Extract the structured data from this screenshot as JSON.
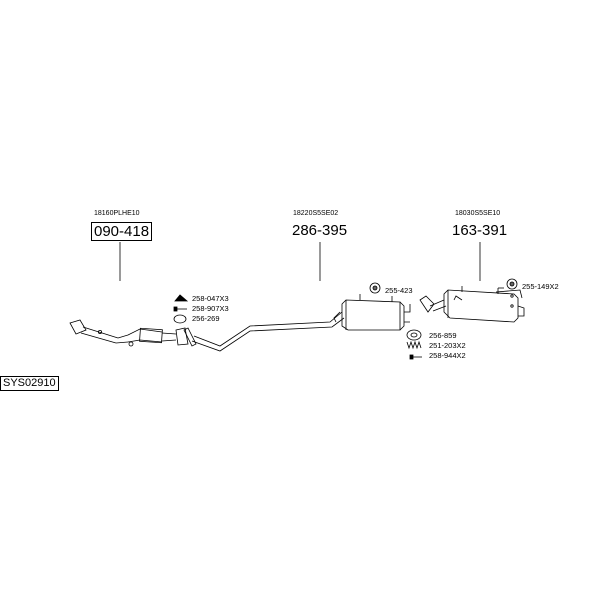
{
  "diagram_code": "SYS02910",
  "main_parts": [
    {
      "ref": "18160PLHE10",
      "number": "090-418",
      "boxed": true
    },
    {
      "ref": "18220S5SE02",
      "number": "286-395",
      "boxed": false
    },
    {
      "ref": "18030S5SE10",
      "number": "163-391",
      "boxed": false
    }
  ],
  "accessories": [
    {
      "label": "258-047X3",
      "icon": "rubber-mount-icon"
    },
    {
      "label": "258-907X3",
      "icon": "bolt-icon"
    },
    {
      "label": "256-269",
      "icon": "gasket-ring-icon"
    },
    {
      "label": "255-423",
      "icon": "hanger-icon"
    },
    {
      "label": "256-859",
      "icon": "flange-gasket-icon"
    },
    {
      "label": "251-203X2",
      "icon": "spring-icon"
    },
    {
      "label": "258-944X2",
      "icon": "bolt-icon"
    },
    {
      "label": "255-149X2",
      "icon": "hanger-icon"
    }
  ]
}
